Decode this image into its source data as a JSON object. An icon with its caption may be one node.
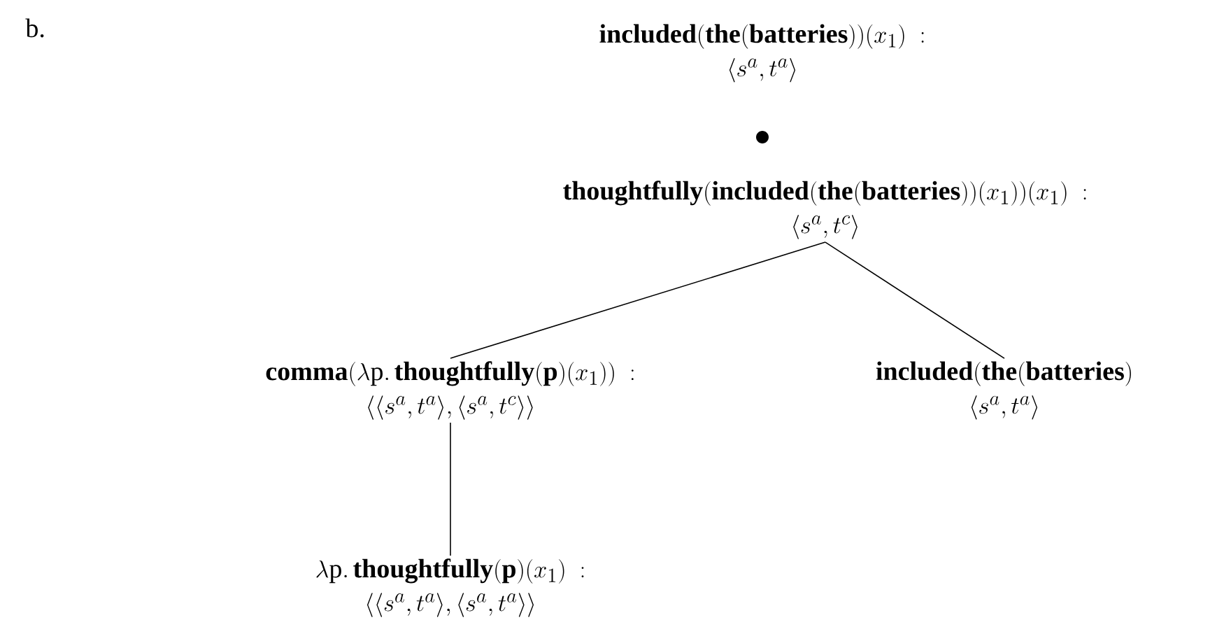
{
  "diagram": {
    "nodes": [
      {
        "text": [
          "\\textbf{included}(\\textbf{the}(\\textbf{batteries}))(x_1)\\ :",
          "\\langle s^a, t^a\\rangle"
        ]
      },
      {
        "text": [
          "\\textbf{thoughtfully}(\\textbf{included}(\\textbf{the}(\\textbf{batteries}))(x_1))(x_1)\\ :",
          "\\langle s^a, t^c\\rangle"
        ]
      },
      {
        "text": [
          "\\textbf{comma}(\\lambda\\mathrm{p}.\\,\\textbf{thoughtfully}(\\mathbf{p})(x_1))\\ :",
          "\\langle\\langle s^a, t^a\\rangle, \\langle s^a, t^c\\rangle\\rangle"
        ]
      },
      {
        "text": [
          "\\textbf{included}(\\textbf{the}(\\textbf{batteries})",
          "\\langle s^a, t^a\\rangle"
        ]
      },
      {
        "text": [
          "\\lambda\\mathrm{p}.\\,\\textbf{thoughtfully}(\\mathbf{p})(x_1)\\ :",
          "\\langle\\langle s^a, t^a\\rangle, \\langle s^a, t^a\\rangle\\rangle"
        ]
      }
    ],
    "edges": [
      {
        "from": 1,
        "to": 2,
        "arrow": "none"
      },
      {
        "from": 1,
        "to": 3,
        "arrow": "none"
      },
      {
        "from": 2,
        "to": 4,
        "arrow": "none"
      }
    ],
    "labels": [
      "b."
    ]
  }
}
